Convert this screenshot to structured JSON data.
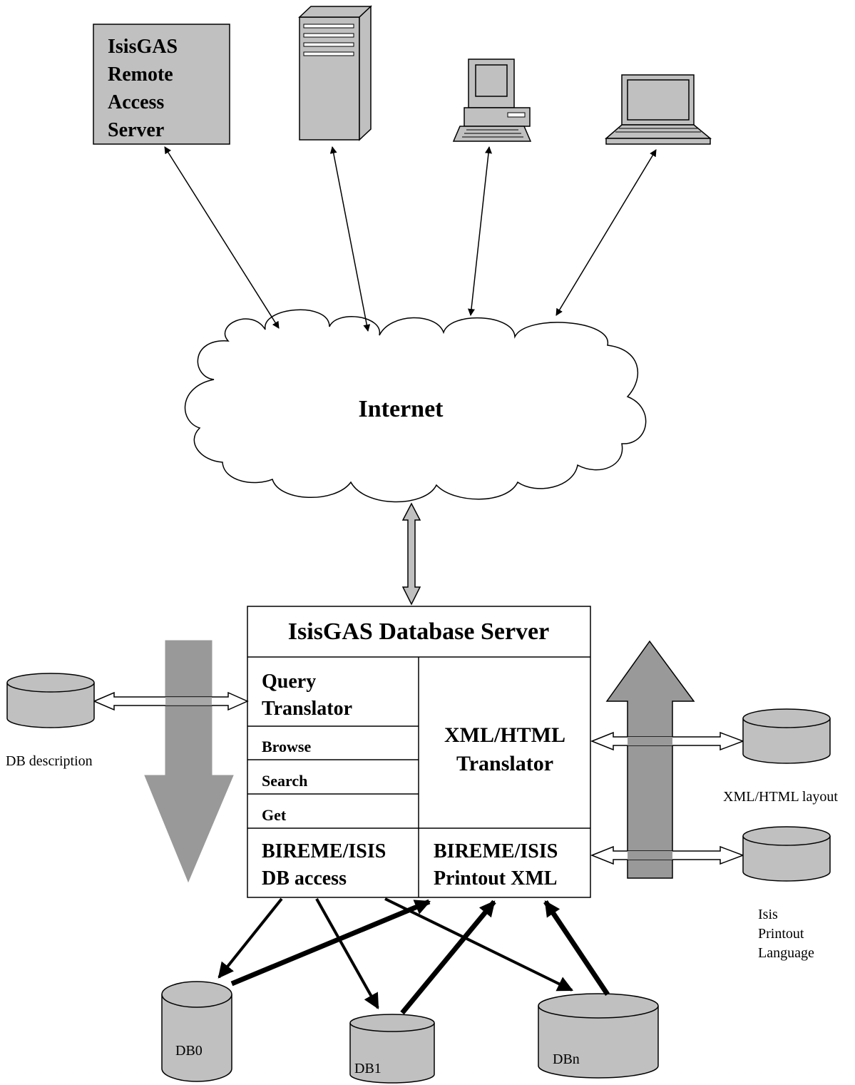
{
  "remote_server": {
    "lines": [
      "IsisGAS",
      "Remote",
      "Access",
      "Server"
    ]
  },
  "cloud": {
    "label": "Internet"
  },
  "db_server": {
    "title": "IsisGAS Database Server",
    "query_translator": [
      "Query",
      "Translator"
    ],
    "ops": [
      "Browse",
      "Search",
      "Get"
    ],
    "xml_translator": [
      "XML/HTML",
      "Translator"
    ],
    "db_access": [
      "BIREME/ISIS",
      "DB access"
    ],
    "printout_xml": [
      "BIREME/ISIS",
      "Printout XML"
    ]
  },
  "side_labels": {
    "db_description": "DB description",
    "xml_layout": "XML/HTML layout",
    "printout_language": [
      "Isis",
      "Printout",
      "Language"
    ]
  },
  "databases": [
    "DB0",
    "DB1",
    "DBn"
  ],
  "colors": {
    "component_fill": "#c0c0c0",
    "big_arrow_fill": "#999999",
    "line": "#000000"
  }
}
